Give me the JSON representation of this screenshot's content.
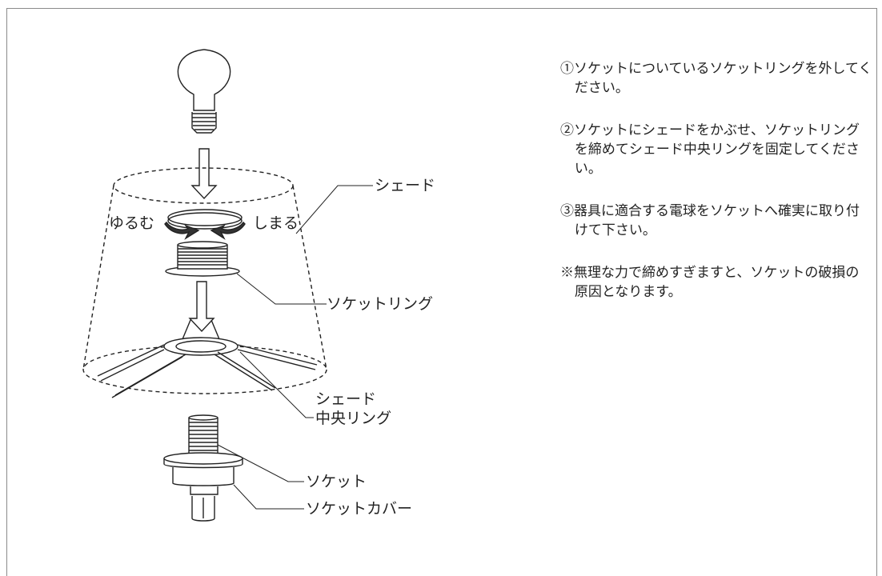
{
  "labels": {
    "loosen": "ゆるむ",
    "tighten": "しまる",
    "shade": "シェード",
    "socket_ring": "ソケットリング",
    "shade_center_ring_line1": "シェード",
    "shade_center_ring_line2": "中央リング",
    "socket": "ソケット",
    "socket_cover": "ソケットカバー"
  },
  "instructions": [
    "①ソケットについているソケットリングを外してください。",
    "②ソケットにシェードをかぶせ、ソケットリングを締めてシェード中央リングを固定してください。",
    "③器具に適合する電球をソケットへ確実に取り付けて下さい。",
    "※無理な力で締めすぎますと、ソケットの破損の原因となります。"
  ]
}
